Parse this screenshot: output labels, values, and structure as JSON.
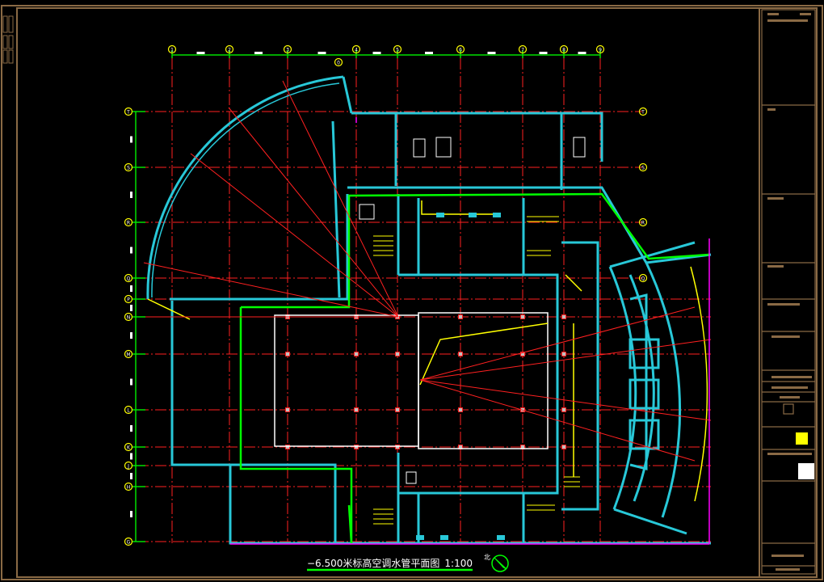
{
  "drawing": {
    "title": "−6.500米标高空调水管平面图",
    "scale": "1:100",
    "north_label": "北"
  },
  "grid": {
    "columns": [
      "1",
      "2",
      "3",
      "4",
      "5",
      "6",
      "7",
      "8",
      "9"
    ],
    "column_extra": "0",
    "rows": [
      "T",
      "S",
      "R",
      "Q",
      "P",
      "N",
      "M",
      "L",
      "K",
      "J",
      "H",
      "G"
    ]
  },
  "colors": {
    "frame": "#8a6a45",
    "grid": "#ff2020",
    "axis": "#00e000",
    "wall": "#28c8d8",
    "pipe": "#00ff00",
    "yellow": "#ffff00",
    "magenta": "#ff00ff"
  }
}
